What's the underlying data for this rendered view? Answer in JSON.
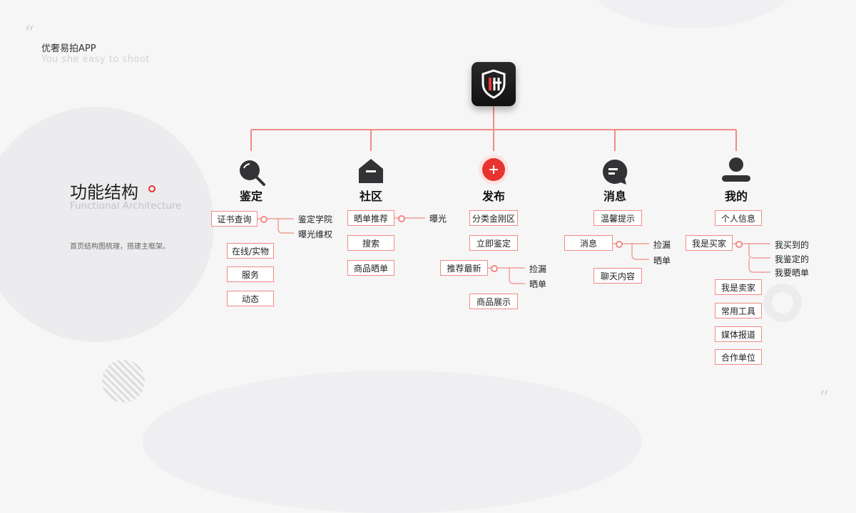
{
  "app": {
    "title": "优奢易拍APP",
    "subtitle": "You she easy to shoot"
  },
  "section": {
    "title": "功能结构",
    "subtitle": "Functional Architecture",
    "description": "首页结构图梳理，搭建主框架。"
  },
  "quotes": {
    "open": "“",
    "close": "”"
  },
  "colors": {
    "accent": "#f08b82",
    "red": "#e8342f",
    "dark": "#333335"
  },
  "categories": [
    {
      "label": "鉴定",
      "icon": "magnifier-icon",
      "items": [
        {
          "label": "证书查询",
          "children": [
            "鉴定学院",
            "曝光维权"
          ]
        },
        {
          "label": "在线/实物"
        },
        {
          "label": "服务"
        },
        {
          "label": "动态"
        }
      ]
    },
    {
      "label": "社区",
      "icon": "house-icon",
      "items": [
        {
          "label": "晒单推荐",
          "children": [
            "曝光"
          ]
        },
        {
          "label": "搜索"
        },
        {
          "label": "商品晒单"
        }
      ]
    },
    {
      "label": "发布",
      "icon": "plus-icon",
      "items": [
        {
          "label": "分类金刚区"
        },
        {
          "label": "立即鉴定"
        },
        {
          "label": "推荐最新",
          "children": [
            "捡漏",
            "晒单"
          ]
        },
        {
          "label": "商品展示"
        }
      ]
    },
    {
      "label": "消息",
      "icon": "chat-bubble-icon",
      "items": [
        {
          "label": "温馨提示"
        },
        {
          "label": "消息",
          "children": [
            "捡漏",
            "晒单"
          ]
        },
        {
          "label": "聊天内容"
        }
      ]
    },
    {
      "label": "我的",
      "icon": "user-icon",
      "items": [
        {
          "label": "个人信息"
        },
        {
          "label": "我是买家",
          "children": [
            "我买到的",
            "我鉴定的",
            "我要晒单"
          ]
        },
        {
          "label": "我是卖家"
        },
        {
          "label": "常用工具"
        },
        {
          "label": "媒体报道"
        },
        {
          "label": "合作单位"
        }
      ]
    }
  ]
}
